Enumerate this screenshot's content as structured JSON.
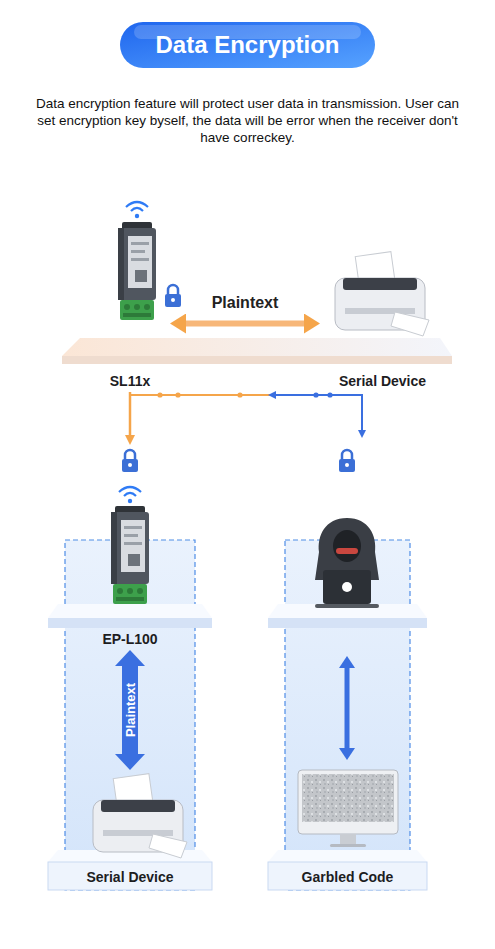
{
  "diagram": {
    "title": "Data Encryption",
    "caption": "Data encryption feature will protect user data in transmission. User can set encryption key byself, the data will be error when the receiver don't have correckey.",
    "nodes": [
      {
        "text": [
          "SL11x"
        ]
      },
      {
        "text": [
          "Serial Device"
        ]
      },
      {
        "text": [
          "EP-L100"
        ]
      },
      {
        "text": [
          "Serial Device"
        ]
      },
      {
        "text": [
          "Garbled Code"
        ]
      }
    ],
    "edges": [
      {
        "from": 0,
        "to": 1,
        "label": "Plaintext",
        "arrow": "both"
      },
      {
        "from": 0,
        "to": 2,
        "arrow": "to"
      },
      {
        "from": 2,
        "to": 3,
        "label": "Plaintext",
        "arrow": "both"
      }
    ]
  }
}
